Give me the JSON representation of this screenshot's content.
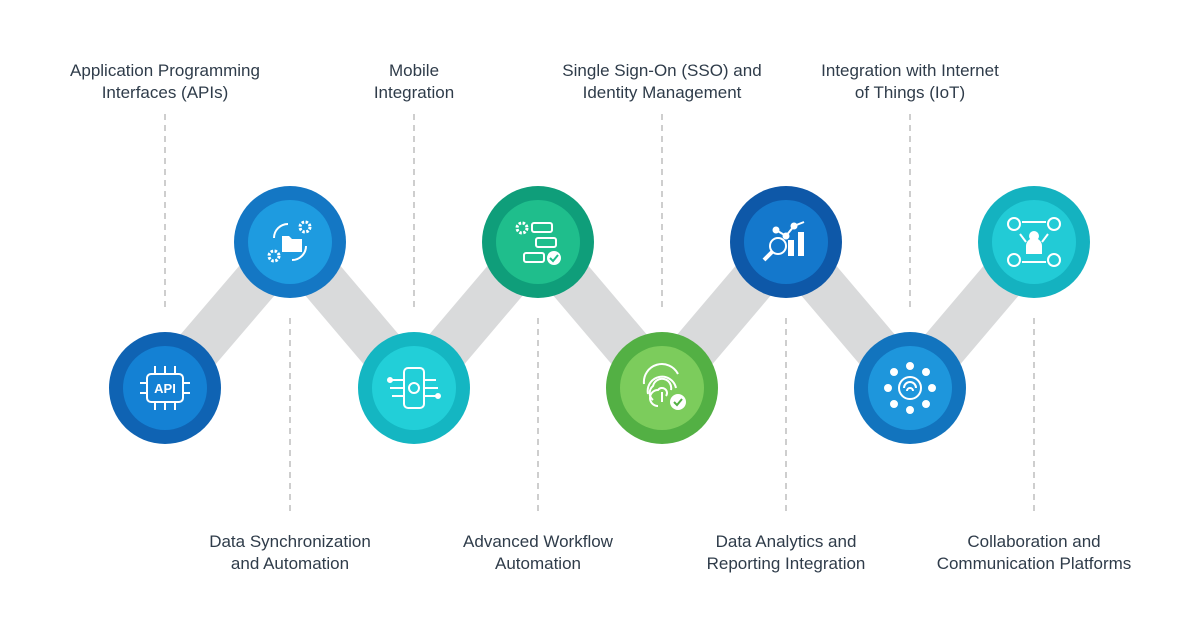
{
  "steps": [
    {
      "label": "Application Programming\nInterfaces (APIs)",
      "icon": "api-chip-icon",
      "color_outer": "#0f63b3",
      "color_inner": "#1481d4"
    },
    {
      "label": "Data Synchronization\nand Automation",
      "icon": "folder-sync-gears-icon",
      "color_outer": "#1477c4",
      "color_inner": "#1e9be0"
    },
    {
      "label": "Mobile\nIntegration",
      "icon": "mobile-circuit-icon",
      "color_outer": "#14b6c2",
      "color_inner": "#22cfd8"
    },
    {
      "label": "Advanced Workflow\nAutomation",
      "icon": "workflow-gear-check-icon",
      "color_outer": "#0f9e7a",
      "color_inner": "#1fbe8c"
    },
    {
      "label": "Single Sign-On (SSO) and\nIdentity Management",
      "icon": "fingerprint-check-icon",
      "color_outer": "#53b044",
      "color_inner": "#7ccc5c"
    },
    {
      "label": "Data Analytics and\nReporting Integration",
      "icon": "analytics-magnifier-icon",
      "color_outer": "#0e58a8",
      "color_inner": "#1478cc"
    },
    {
      "label": "Integration with Internet\nof Things (IoT)",
      "icon": "iot-network-icon",
      "color_outer": "#1274be",
      "color_inner": "#1e96dc"
    },
    {
      "label": "Collaboration and\nCommunication Platforms",
      "icon": "people-collaboration-icon",
      "color_outer": "#14b2c0",
      "color_inner": "#22cbd6"
    }
  ],
  "icon_text": {
    "api": "API"
  },
  "colors": {
    "connector": "#d9dadb",
    "dashed_line": "#bdbdbd",
    "label_text": "#2f3c4a"
  }
}
